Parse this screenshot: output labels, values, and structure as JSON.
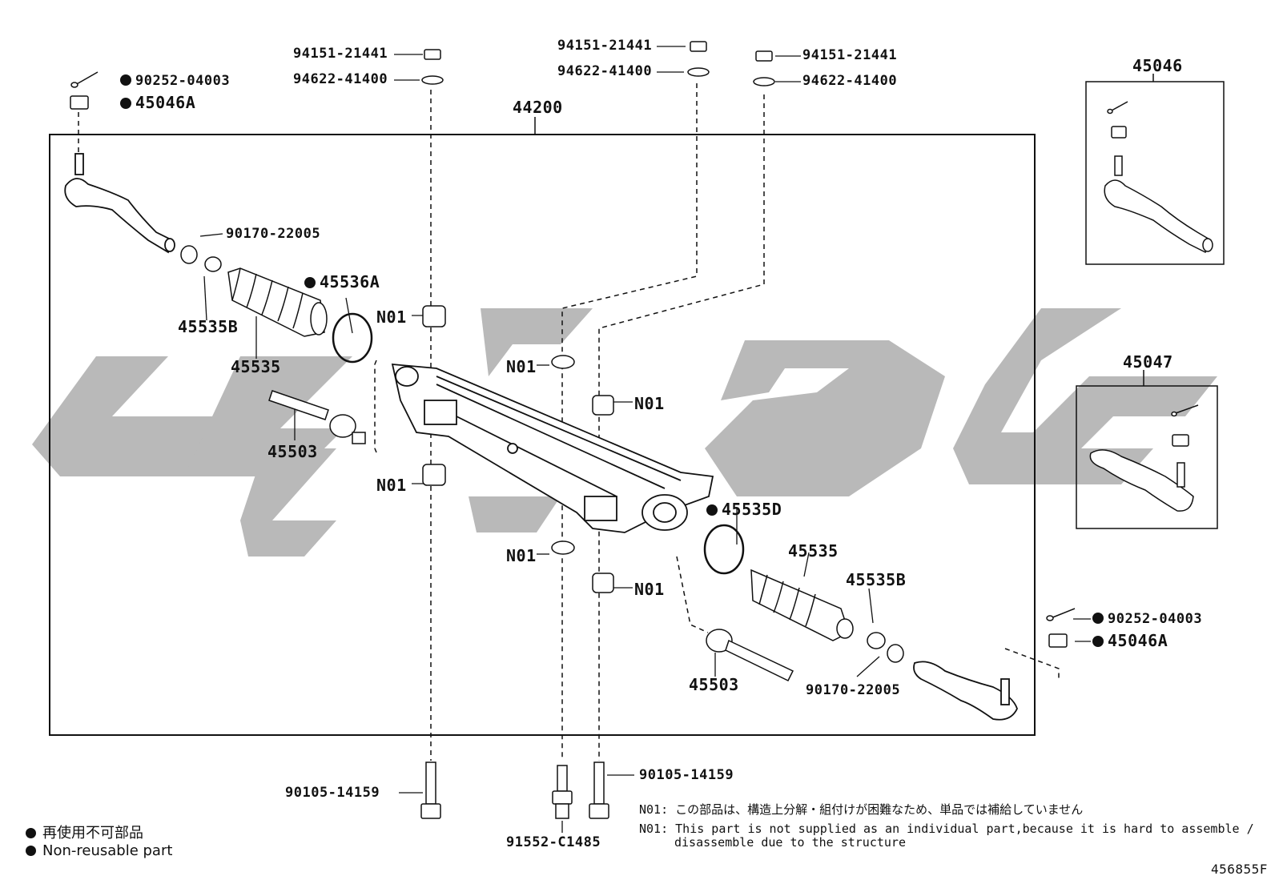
{
  "diagram_id": "456855F",
  "assembly_label": "44200",
  "inset_labels": {
    "right_end_upper": "45046",
    "right_end_lower": "45047"
  },
  "callouts": {
    "bolt_nut_top_left": "94151-21441",
    "washer_top_left": "94622-41400",
    "bolt_nut_top_mid": "94151-21441",
    "washer_top_mid": "94622-41400",
    "bolt_nut_top_right": "94151-21441",
    "washer_top_right": "94622-41400",
    "cotter_pin_left": "90252-04003",
    "nut_left": "45046A",
    "clip_left": "90170-22005",
    "clamp_left": "45535B",
    "boot_left": "45535",
    "boot_clamp_left": "45536A",
    "tie_rod_left": "45503",
    "grommet_1": "N01",
    "grommet_2": "N01",
    "grommet_3": "N01",
    "grommet_4": "N01",
    "grommet_5": "N01",
    "grommet_6": "N01",
    "boot_clamp_right": "45535D",
    "boot_right": "45535",
    "clamp_right": "45535B",
    "tie_rod_right": "45503",
    "clip_right": "90170-22005",
    "cotter_pin_right": "90252-04003",
    "nut_right": "45046A",
    "bolt_bottom_left": "90105-14159",
    "bolt_bottom_mid": "91552-C1485",
    "bolt_bottom_right": "90105-14159"
  },
  "legend": {
    "jp": "再使用不可部品",
    "en": "Non-reusable part"
  },
  "notes": {
    "jp": "N01: この部品は、構造上分解・組付けが困難なため、単品では補給していません",
    "en_line1": "N01:  This part is not supplied as an individual part,because it is hard to assemble /",
    "en_line2": "disassemble due to the structure"
  }
}
